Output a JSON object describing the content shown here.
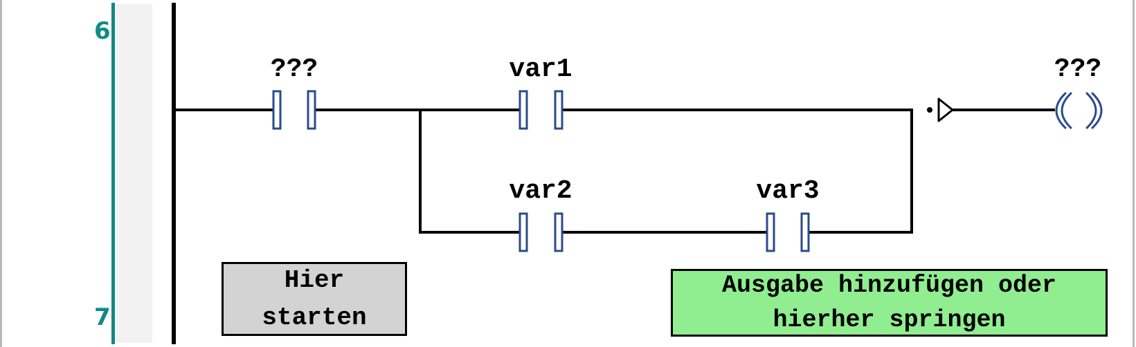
{
  "gutter": {
    "line_numbers": [
      "6",
      "7"
    ]
  },
  "rung": {
    "contacts": [
      {
        "id": "contact-unassigned",
        "label": "???"
      },
      {
        "id": "contact-var1",
        "label": "var1"
      },
      {
        "id": "contact-var2",
        "label": "var2"
      },
      {
        "id": "contact-var3",
        "label": "var3"
      }
    ],
    "coil": {
      "label": "???"
    }
  },
  "buttons": {
    "start": {
      "label": "Hier\nstarten"
    },
    "add_output": {
      "label": "Ausgabe hinzufügen oder\nhierher springen"
    }
  },
  "colors": {
    "gutter_accent": "#0f8a87",
    "contact_stroke": "#2a4b8a",
    "start_button_bg": "#d3d3d3",
    "output_button_bg": "#90ee90"
  }
}
